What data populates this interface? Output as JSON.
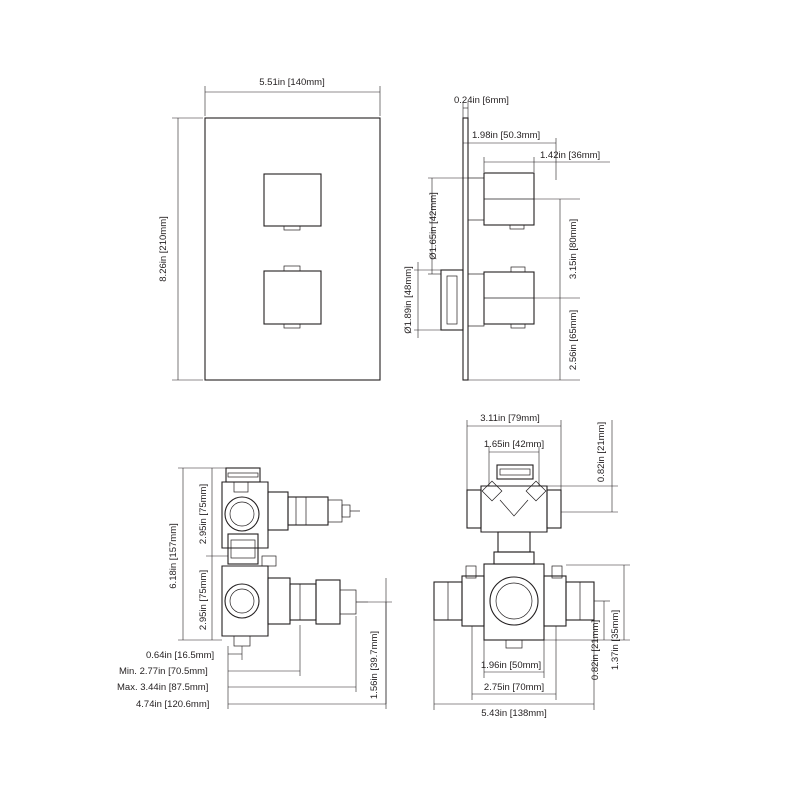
{
  "front_view": {
    "width": "5.51in [140mm]",
    "height": "8.26in [210mm]"
  },
  "side_view": {
    "plate_thickness": "0.24in [6mm]",
    "handle_projection_total": "1.98in [50.3mm]",
    "handle_projection_knob": "1.42in [36mm]",
    "upper_knob_diameter": "Ø1.65in [42mm]",
    "lower_knob_diameter": "Ø1.89in [48mm]",
    "knob_spacing": "3.15in [80mm]",
    "bottom_to_knob": "2.56in [65mm]"
  },
  "valve_side": {
    "total_height": "6.18in [157mm]",
    "upper_height": "2.95in [75mm]",
    "lower_height": "2.95in [75mm]",
    "offset": "0.64in [16.5mm]",
    "min_depth": "Min. 2.77in [70.5mm]",
    "max_depth": "Max. 3.44in [87.5mm]",
    "overall_depth": "4.74in [120.6mm]",
    "outlet_height": "1.56in [39.7mm]"
  },
  "valve_front": {
    "top_width": "3.11in [79mm]",
    "top_inner_width": "1.65in [42mm]",
    "top_height": "0.82in [21mm]",
    "bottom_inner_width": "1.96in [50mm]",
    "bottom_mid_width": "2.75in [70mm]",
    "bottom_width": "5.43in [138mm]",
    "bottom_small_height": "0.82in [21mm]",
    "bottom_tall_height": "1.37in [35mm]"
  }
}
